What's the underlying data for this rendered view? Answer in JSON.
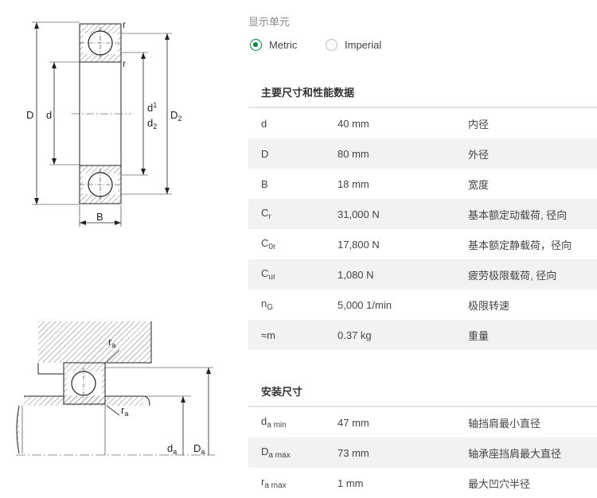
{
  "drawing": {
    "labels": {
      "D": "D",
      "d": "d",
      "d1": "d",
      "d1_sub": "1",
      "d2": "d",
      "d2_sub": "2",
      "D2": "D",
      "D2_sub": "2",
      "B": "B",
      "r_top": "r",
      "r_mid": "r",
      "ra1": "r",
      "ra1_sub": "a",
      "ra2": "r",
      "ra2_sub": "a",
      "da": "d",
      "da_sub": "a",
      "Da": "D",
      "Da_sub": "a"
    }
  },
  "units": {
    "label": "显示单元",
    "options": [
      {
        "label": "Metric",
        "selected": true
      },
      {
        "label": "Imperial",
        "selected": false
      }
    ]
  },
  "main_dims": {
    "title": "主要尺寸和性能数据",
    "rows": [
      {
        "sym": "d",
        "sub": "",
        "value": "40 mm",
        "desc": "内径"
      },
      {
        "sym": "D",
        "sub": "",
        "value": "80 mm",
        "desc": "外径"
      },
      {
        "sym": "B",
        "sub": "",
        "value": "18 mm",
        "desc": "宽度"
      },
      {
        "sym": "C",
        "sub": "r",
        "value": "31,000 N",
        "desc": "基本额定动载荷, 径向"
      },
      {
        "sym": "C",
        "sub": "0r",
        "value": "17,800 N",
        "desc": "基本额定静载荷，径向"
      },
      {
        "sym": "C",
        "sub": "ur",
        "value": "1,080 N",
        "desc": "疲劳极限载荷, 径向"
      },
      {
        "sym": "n",
        "sub": "G",
        "value": "5,000 1/min",
        "desc": "极限转速"
      },
      {
        "sym": "≈m",
        "sub": "",
        "value": "0.37 kg",
        "desc": "重量"
      }
    ]
  },
  "mount_dims": {
    "title": "安装尺寸",
    "rows": [
      {
        "sym": "d",
        "sub": "a min",
        "value": "47 mm",
        "desc": "轴挡肩最小直径"
      },
      {
        "sym": "D",
        "sub": "a max",
        "value": "73 mm",
        "desc": "轴承座挡肩最大直径"
      },
      {
        "sym": "r",
        "sub": "a max",
        "value": "1 mm",
        "desc": "最大凹穴半径"
      }
    ]
  }
}
